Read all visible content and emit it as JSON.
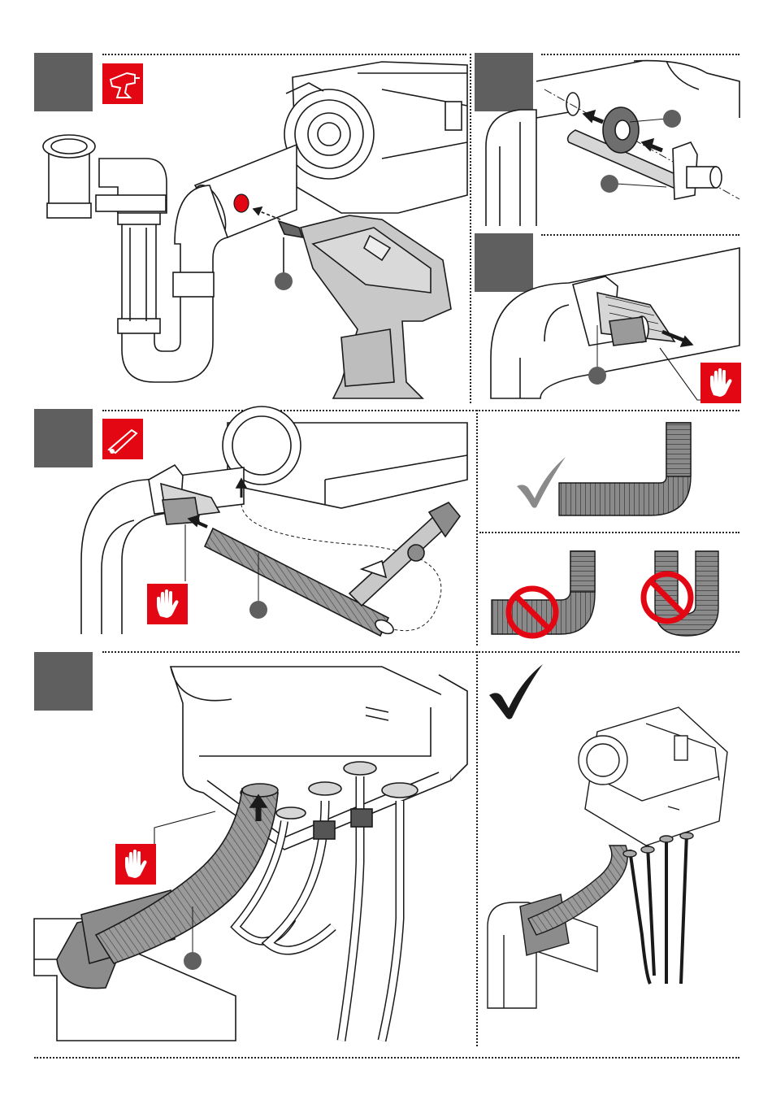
{
  "colors": {
    "step_box": "#5f5f5f",
    "warning_red": "#e30613",
    "outline": "#1a1a1a",
    "pipe_fill": "#ffffff",
    "hose_gray": "#8a8a8a",
    "hose_dark": "#5a5a5a",
    "gasket_gray": "#6e6e6e",
    "callout_dot": "#5f5f5f"
  },
  "icons": {
    "drill": "drill-icon",
    "hand_stop": "hand-stop-icon",
    "knife": "knife-icon",
    "check": "checkmark-icon",
    "prohibited": "prohibited-icon"
  },
  "steps": [
    {
      "id": "step-drill-pipe",
      "tool_icon": "drill-icon"
    },
    {
      "id": "step-insert-gasket"
    },
    {
      "id": "step-fix-clamp",
      "warning_icon": "hand-stop-icon"
    },
    {
      "id": "step-fit-hose",
      "tool_icon": "knife-icon",
      "warning_icon": "hand-stop-icon"
    },
    {
      "id": "step-connect-appliance",
      "warning_icon": "hand-stop-icon"
    }
  ],
  "hose_routing": {
    "correct": "checkmark-icon",
    "wrong": [
      "prohibited-icon",
      "prohibited-icon"
    ]
  }
}
